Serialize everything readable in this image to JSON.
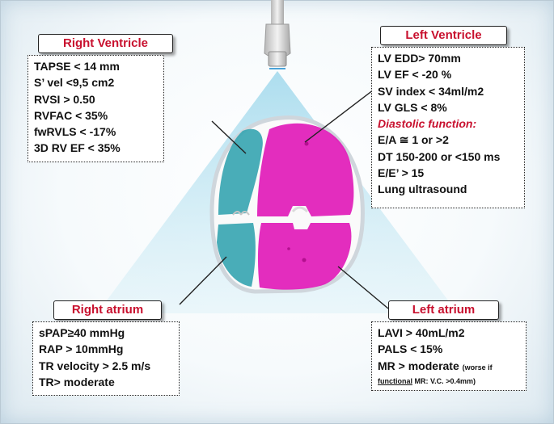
{
  "rv": {
    "title": "Right Ventricle",
    "items": [
      "TAPSE < 14 mm",
      "S’ vel <9,5 cm2",
      "RVSI > 0.50",
      "RVFAC < 35%",
      "fwRVLS < -17%",
      "3D RV EF < 35%"
    ]
  },
  "lv": {
    "title": "Left Ventricle",
    "items": [
      "LV EDD> 70mm",
      "LV EF < -20 %",
      "SV index < 34ml/m2",
      "LV GLS < 8%"
    ],
    "diastolic_label": "Diastolic function:",
    "diastolic_items": [
      "E/A ≅ 1 or >2",
      "DT 150-200 or <150 ms",
      "E/E’ > 15",
      "Lung ultrasound"
    ]
  },
  "ra": {
    "title": "Right atrium",
    "items": [
      "sPAP≥40 mmHg",
      "RAP > 10mmHg",
      "TR velocity > 2.5 m/s",
      "TR> moderate"
    ]
  },
  "la": {
    "title": "Left atrium",
    "items": [
      "LAVI > 40mL/m2",
      "PALS < 15%"
    ],
    "mr_main": "MR > moderate",
    "mr_note_a": "(worse if",
    "mr_note_b": "functional",
    "mr_note_c": "MR: V.C. >0.4mm)"
  },
  "colors": {
    "title_red": "#c8102e",
    "right_heart": "#3aa6b2",
    "left_heart": "#e11bb8",
    "beam": "#bfe6f3"
  }
}
